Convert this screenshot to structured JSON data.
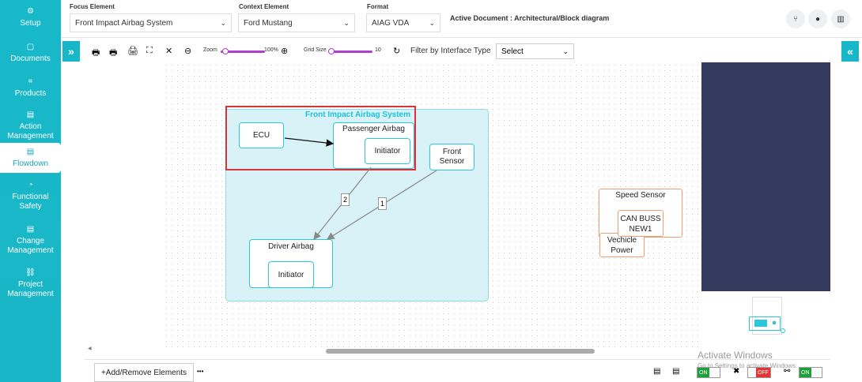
{
  "sidebar": {
    "items": [
      {
        "label": "Setup",
        "icon": "gears-icon"
      },
      {
        "label": "Documents",
        "icon": "document-icon"
      },
      {
        "label": "Products",
        "icon": "product-icon"
      },
      {
        "label": "Action Management",
        "icon": "building-icon"
      },
      {
        "label": "Flowdown",
        "icon": "building-icon"
      },
      {
        "label": "Functional Safety",
        "icon": "gauge-icon"
      },
      {
        "label": "Change Management",
        "icon": "building-icon"
      },
      {
        "label": "Project Management",
        "icon": "network-icon"
      }
    ],
    "active": "Flowdown"
  },
  "topbar": {
    "focus_label": "Focus Element",
    "focus_value": "Front Impact Airbag System",
    "context_label": "Context Element",
    "context_value": "Ford Mustang",
    "format_label": "Format",
    "format_value": "AIAG VDA",
    "active_doc": "Active Document : Architectural/Block diagram"
  },
  "toolbar": {
    "zoom_label": "Zoom",
    "zoom_value": "100%",
    "grid_label": "Grid Size",
    "grid_value": "10",
    "filter_label": "Filter by Interface Type",
    "filter_value": "Select"
  },
  "diagram": {
    "container_title": "Front Impact Airbag System",
    "ecu": "ECU",
    "passenger_airbag": "Passenger Airbag",
    "initiator_1": "Initiator",
    "front_sensor": "Front Sensor",
    "driver_airbag": "Driver Airbag",
    "initiator_2": "Initiator",
    "edge_1": "1",
    "edge_2": "2",
    "speed_sensor": "Speed Sensor",
    "can_buss": "CAN BUSS NEW1",
    "vehicle_power": "Vechicle Power"
  },
  "bottom": {
    "add_remove": "+Add/Remove Elements",
    "more": "•••",
    "toggle_on": "ON",
    "toggle_off": "OFF"
  },
  "watermark": {
    "line1": "Activate Windows",
    "line2": "Go to Settings to activate Windows."
  },
  "colors": {
    "accent": "#18b7c8",
    "highlight_red": "#d9333a",
    "navy_panel": "#333a5e"
  }
}
